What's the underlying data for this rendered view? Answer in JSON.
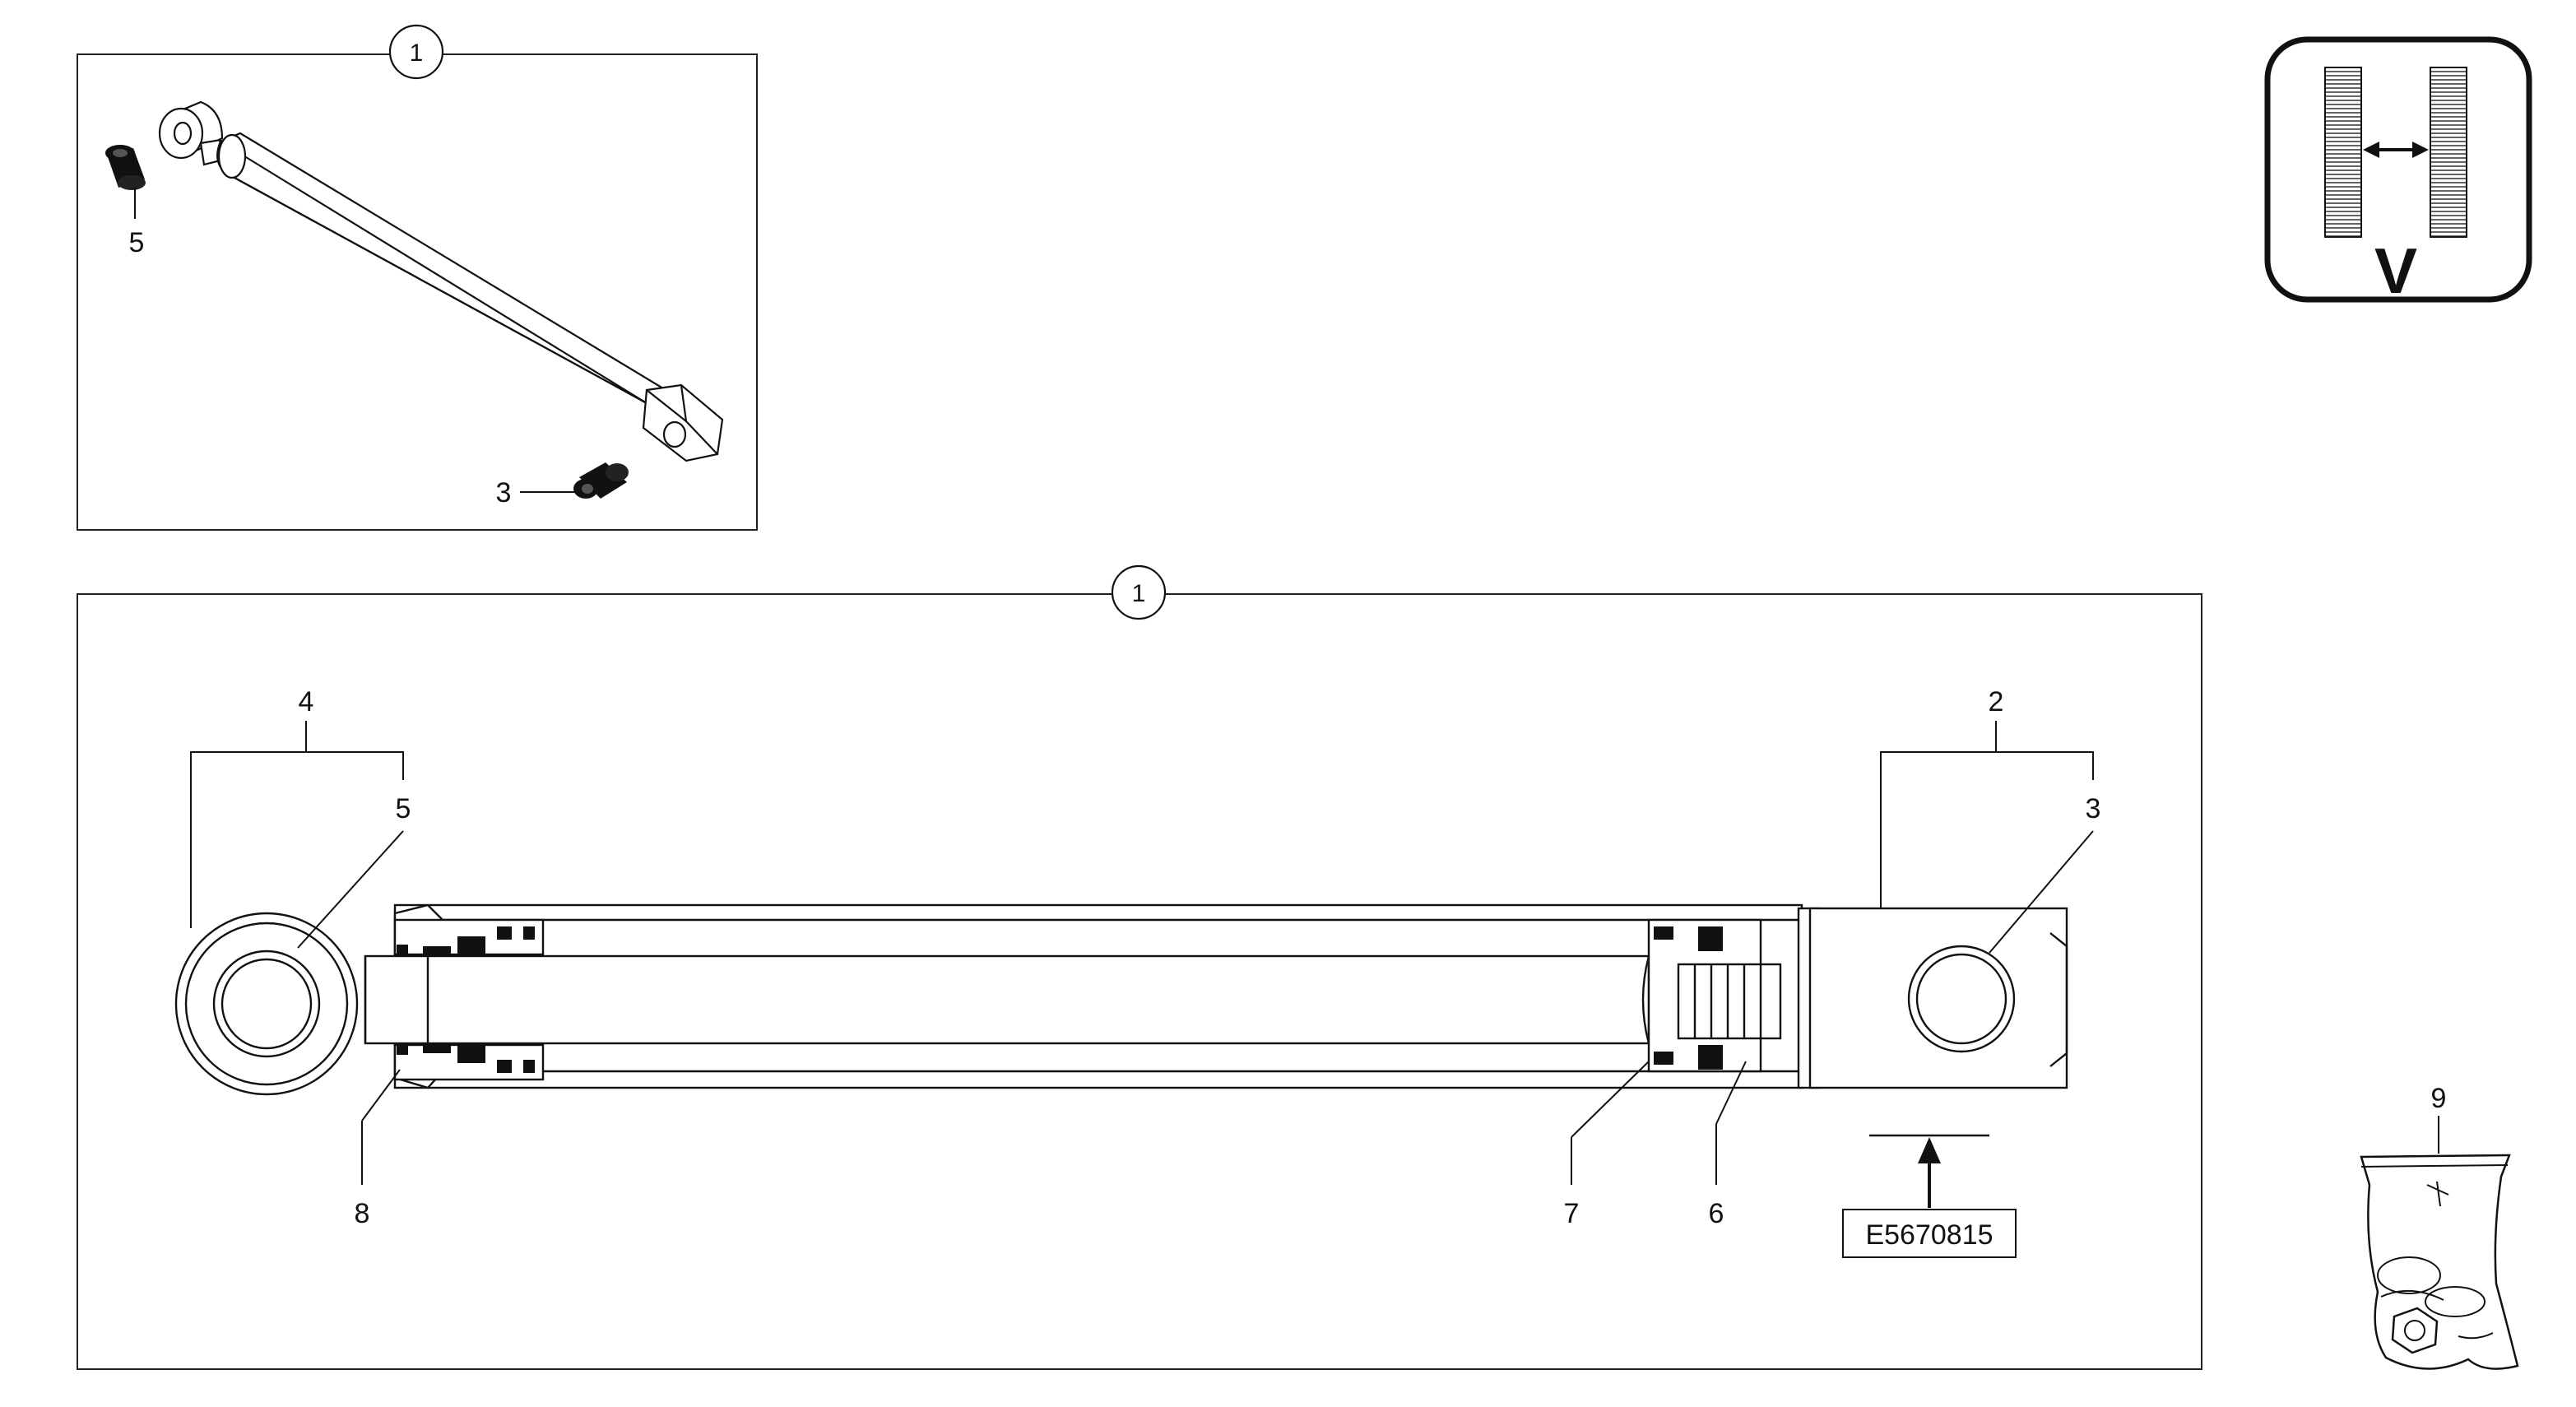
{
  "assembly": {
    "number": "1",
    "inset_callouts": {
      "bush_rod_end": "5",
      "bush_head_end": "3"
    }
  },
  "section_view": {
    "callouts": {
      "rod_eye_group": "4",
      "rod_eye_bush": "5",
      "head_group": "2",
      "head_bush": "3",
      "gland_seal": "8",
      "piston_seal": "7",
      "nut": "6"
    },
    "reference_code": "E5670815"
  },
  "kit": {
    "number": "9"
  },
  "symbol": {
    "letter": "V",
    "description_icon": "width-adjustment-icon"
  }
}
